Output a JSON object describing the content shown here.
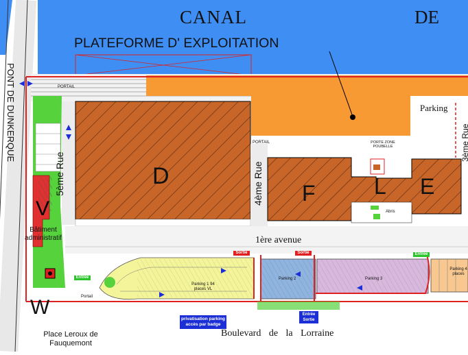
{
  "title_words": {
    "canal": "CANAL",
    "de": "DE"
  },
  "platform_label": "PLATEFORME D' EXPLOITATION",
  "streets": {
    "pont": "PONT DE DUNKERQUE",
    "rue5": "5ème Rue",
    "rue4": "4ème Rue",
    "rue3": "3ème Rue",
    "avenue1": "1ère avenue",
    "boulevard": "Boulevard de la Lorraine",
    "place": "Place Leroux de Fauquemont"
  },
  "buildings": {
    "d": "D",
    "f": "F",
    "l": "L",
    "e": "E",
    "v": "V",
    "w": "W",
    "batiment": "Bâtiment administratif",
    "abris": "Abris"
  },
  "areas": {
    "parking": "Parking",
    "portail_top": "PORTAIL",
    "portail_mid": "PORTAIL",
    "portail_left": "Portail",
    "porte": "PORTE ZONE POUBELLE",
    "parking1": "Parking 1 94 places VL",
    "parking2": "Parking 2",
    "parking3": "Parking 3",
    "parking4": "Parking 4 places"
  },
  "badges": {
    "entree": "Entrée",
    "sortie1": "Sortie",
    "sortie2": "Sortie",
    "entree2": "Entrée",
    "privatisation": "privatisation parking accès par badge",
    "entree_sortie": "Entrée Sortie"
  },
  "colors": {
    "water": "#3f8ef3",
    "warehouse": "#c8662a",
    "platform": "#f79a33",
    "parking1": "#f4f49a",
    "parking2": "#8fb4e0",
    "parking3": "#d9b8dd",
    "parking4": "#f8c890",
    "green": "#55d23c",
    "boundary": "#e02020",
    "badge_blue": "#1c2fd6",
    "badge_green": "#29c52a",
    "badge_red": "#e02020"
  }
}
